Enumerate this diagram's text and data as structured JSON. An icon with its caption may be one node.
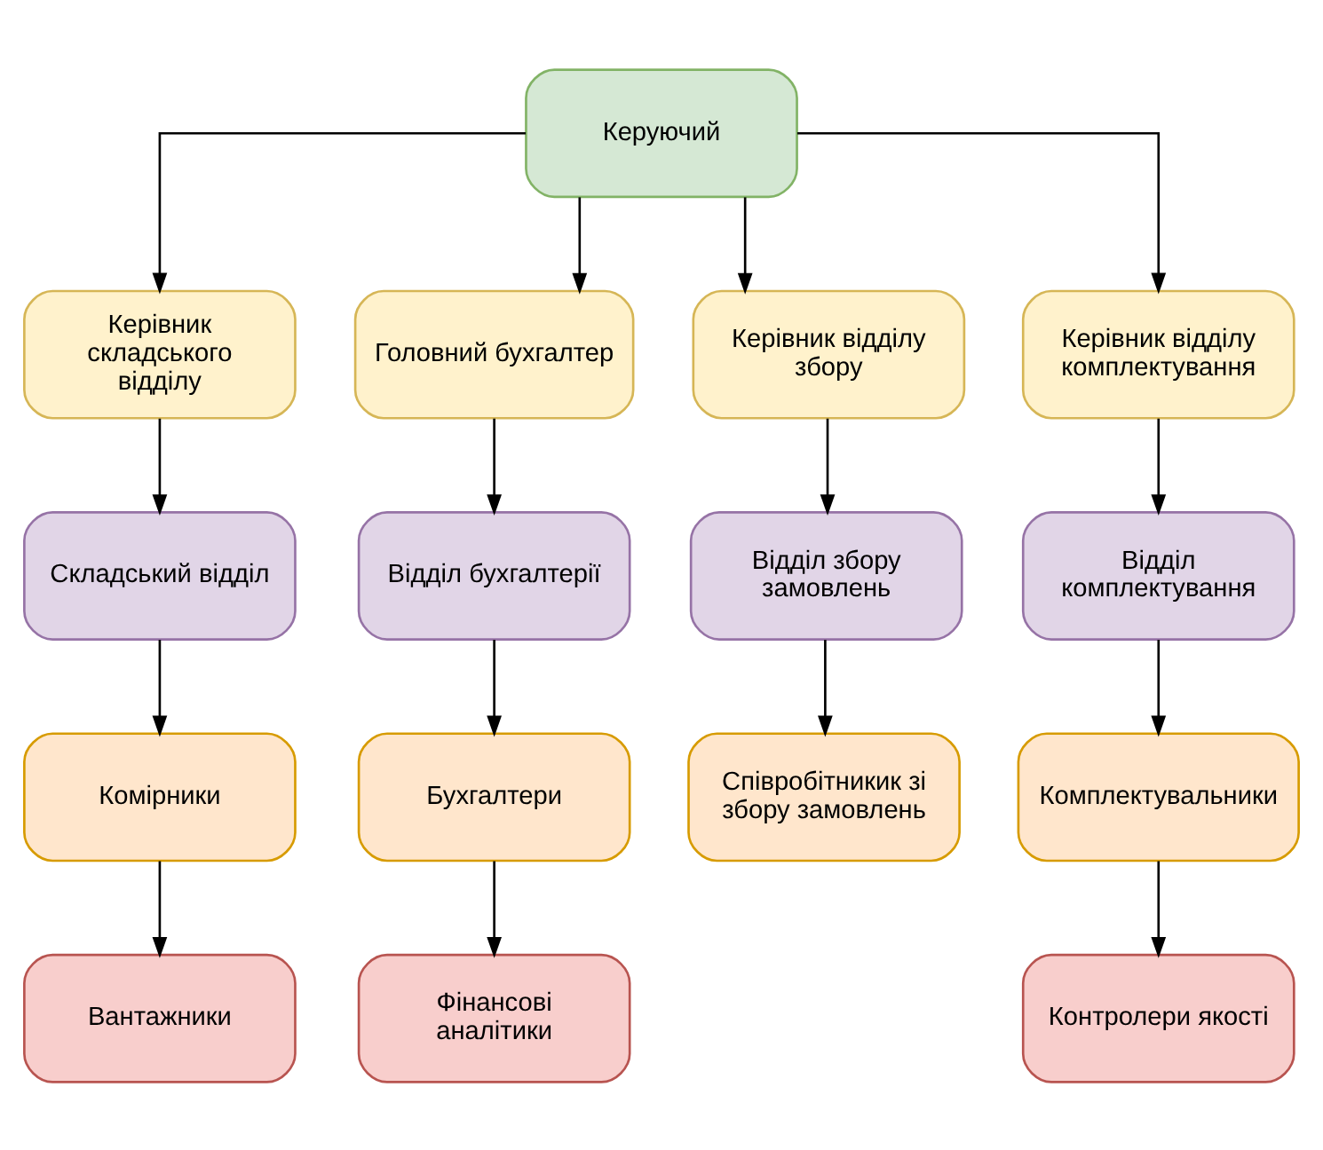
{
  "diagram": {
    "nodes": [
      {
        "text": [
          "Керуючий"
        ]
      },
      {
        "text": [
          "Керівник складського відділу"
        ]
      },
      {
        "text": [
          "Головний бухгалтер"
        ]
      },
      {
        "text": [
          "Керівник відділу збору"
        ]
      },
      {
        "text": [
          "Керівник відділу комплектування"
        ]
      },
      {
        "text": [
          "Складський відділ"
        ]
      },
      {
        "text": [
          "Відділ бухгалтерії"
        ]
      },
      {
        "text": [
          "Відділ збору замовлень"
        ]
      },
      {
        "text": [
          "Відділ комплектування"
        ]
      },
      {
        "text": [
          "Комірники"
        ]
      },
      {
        "text": [
          "Бухгалтери"
        ]
      },
      {
        "text": [
          "Співробітникик зі збору замовлень"
        ]
      },
      {
        "text": [
          "Комплектувальники"
        ]
      },
      {
        "text": [
          "Вантажники"
        ]
      },
      {
        "text": [
          "Фінансові аналітики"
        ]
      },
      {
        "text": [
          "Контролери якості"
        ]
      }
    ],
    "edges": [
      {
        "from": 0,
        "to": 1,
        "arrow": "to"
      },
      {
        "from": 0,
        "to": 2,
        "arrow": "to"
      },
      {
        "from": 0,
        "to": 3,
        "arrow": "to"
      },
      {
        "from": 0,
        "to": 4,
        "arrow": "to"
      },
      {
        "from": 1,
        "to": 5,
        "arrow": "to"
      },
      {
        "from": 2,
        "to": 6,
        "arrow": "to"
      },
      {
        "from": 3,
        "to": 7,
        "arrow": "to"
      },
      {
        "from": 4,
        "to": 8,
        "arrow": "to"
      },
      {
        "from": 5,
        "to": 9,
        "arrow": "to"
      },
      {
        "from": 6,
        "to": 10,
        "arrow": "to"
      },
      {
        "from": 7,
        "to": 11,
        "arrow": "to"
      },
      {
        "from": 8,
        "to": 12,
        "arrow": "to"
      },
      {
        "from": 9,
        "to": 13,
        "arrow": "to"
      },
      {
        "from": 10,
        "to": 14,
        "arrow": "to"
      },
      {
        "from": 12,
        "to": 15,
        "arrow": "to"
      }
    ]
  }
}
